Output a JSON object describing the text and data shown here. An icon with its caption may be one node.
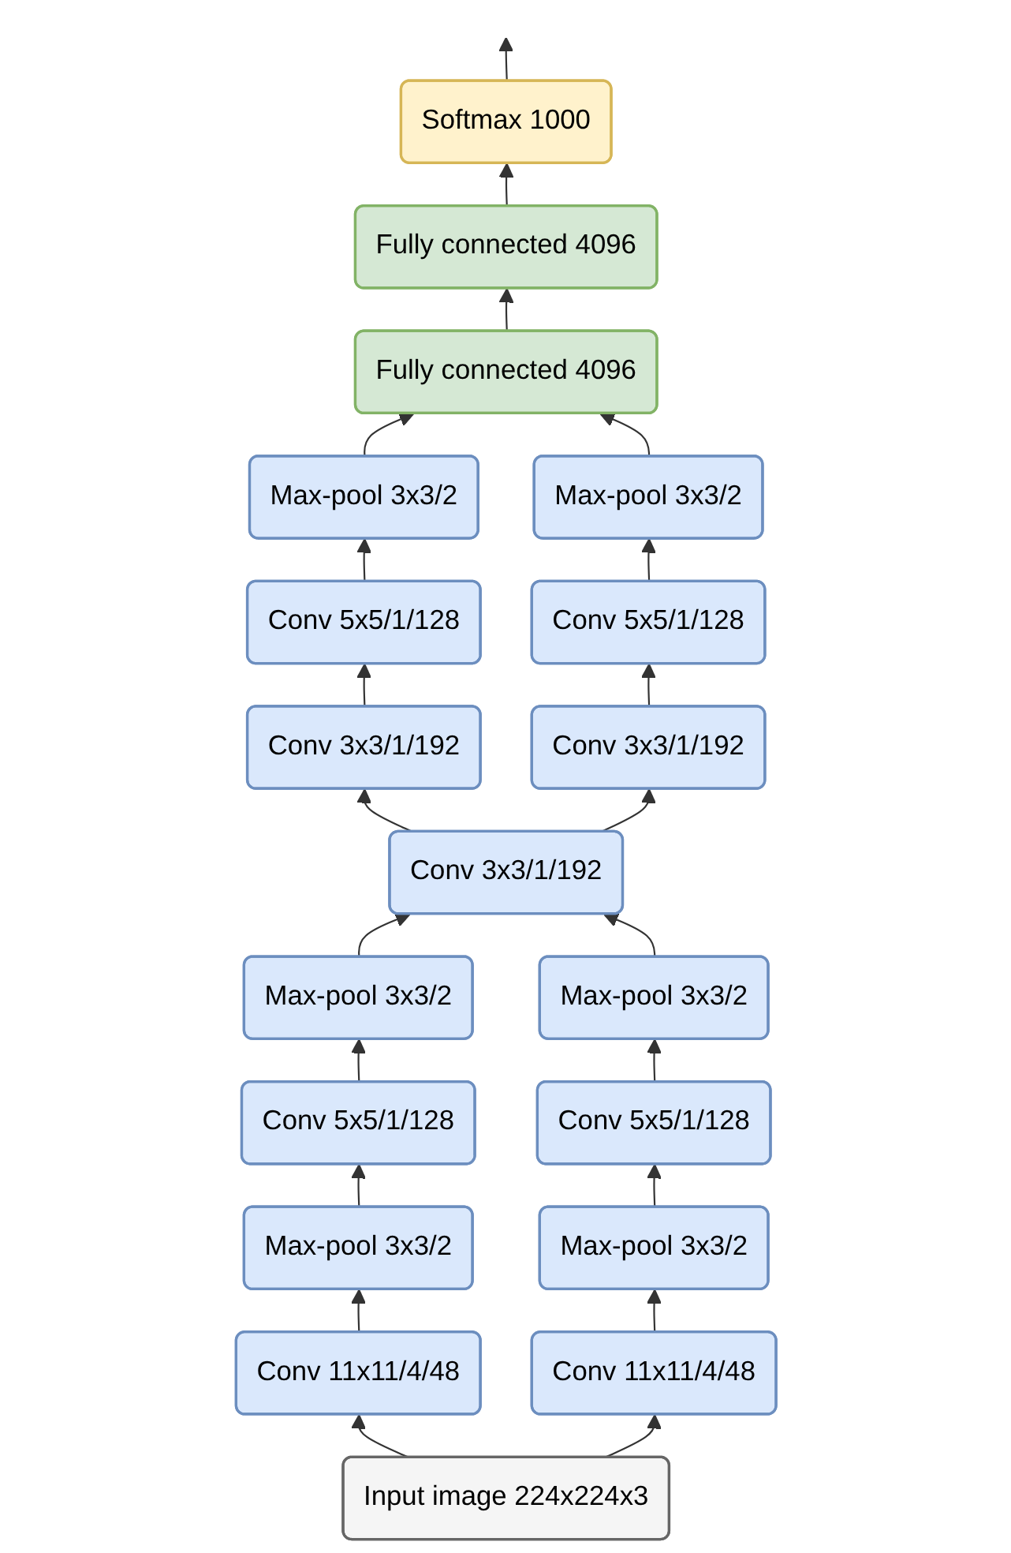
{
  "diagram": {
    "nodes": [
      {
        "text": [
          "Softmax 1000"
        ]
      },
      {
        "text": [
          "Fully connected 4096"
        ]
      },
      {
        "text": [
          "Fully connected 4096"
        ]
      },
      {
        "text": [
          "Max-pool 3x3/2"
        ]
      },
      {
        "text": [
          "Max-pool 3x3/2"
        ]
      },
      {
        "text": [
          "Conv 5x5/1/128"
        ]
      },
      {
        "text": [
          "Conv 5x5/1/128"
        ]
      },
      {
        "text": [
          "Conv 3x3/1/192"
        ]
      },
      {
        "text": [
          "Conv 3x3/1/192"
        ]
      },
      {
        "text": [
          "Conv 3x3/1/192"
        ]
      },
      {
        "text": [
          "Max-pool 3x3/2"
        ]
      },
      {
        "text": [
          "Max-pool 3x3/2"
        ]
      },
      {
        "text": [
          "Conv 5x5/1/128"
        ]
      },
      {
        "text": [
          "Conv 5x5/1/128"
        ]
      },
      {
        "text": [
          "Max-pool 3x3/2"
        ]
      },
      {
        "text": [
          "Max-pool 3x3/2"
        ]
      },
      {
        "text": [
          "Conv 11x11/4/48"
        ]
      },
      {
        "text": [
          "Conv 11x11/4/48"
        ]
      },
      {
        "text": [
          "Input image 224x224x3"
        ]
      }
    ],
    "edges": [
      {
        "from": 18,
        "to": 16,
        "arrow": "to"
      },
      {
        "from": 18,
        "to": 17,
        "arrow": "to"
      },
      {
        "from": 16,
        "to": 14,
        "arrow": "to"
      },
      {
        "from": 17,
        "to": 15,
        "arrow": "to"
      },
      {
        "from": 14,
        "to": 12,
        "arrow": "to"
      },
      {
        "from": 15,
        "to": 13,
        "arrow": "to"
      },
      {
        "from": 12,
        "to": 10,
        "arrow": "to"
      },
      {
        "from": 13,
        "to": 11,
        "arrow": "to"
      },
      {
        "from": 10,
        "to": 9,
        "arrow": "to"
      },
      {
        "from": 11,
        "to": 9,
        "arrow": "to"
      },
      {
        "from": 9,
        "to": 7,
        "arrow": "to"
      },
      {
        "from": 9,
        "to": 8,
        "arrow": "to"
      },
      {
        "from": 7,
        "to": 5,
        "arrow": "to"
      },
      {
        "from": 8,
        "to": 6,
        "arrow": "to"
      },
      {
        "from": 5,
        "to": 3,
        "arrow": "to"
      },
      {
        "from": 6,
        "to": 4,
        "arrow": "to"
      },
      {
        "from": 3,
        "to": 2,
        "arrow": "to"
      },
      {
        "from": 4,
        "to": 2,
        "arrow": "to"
      },
      {
        "from": 2,
        "to": 1,
        "arrow": "to"
      },
      {
        "from": 1,
        "to": 0,
        "arrow": "to"
      },
      {
        "from": 0,
        "to": null,
        "arrow": "to"
      }
    ]
  }
}
